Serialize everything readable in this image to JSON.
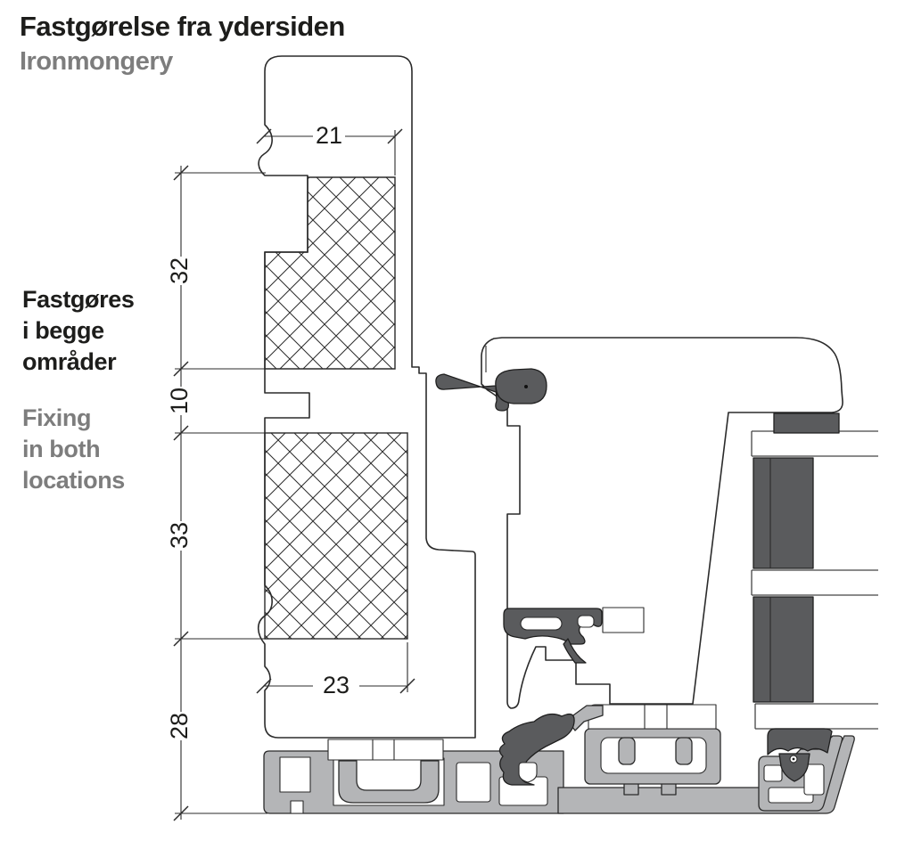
{
  "header": {
    "title": "Fastgørelse fra ydersiden",
    "subtitle": "Ironmongery"
  },
  "annotations": {
    "note_da": {
      "line1": "Fastgøres",
      "line2": "i begge",
      "line3": "områder"
    },
    "note_en": {
      "line1": "Fixing",
      "line2": "in both",
      "line3": "locations"
    }
  },
  "dimensions": {
    "top_width": "21",
    "upper_zone": "32",
    "gap": "10",
    "lower_zone": "33",
    "bottom_zone": "28",
    "bottom_width": "23"
  },
  "legend": {
    "hatch_meaning": "fixing-zone-crosshatch"
  },
  "colors": {
    "line": "#2b2b2b",
    "seal_dark": "#5a5b5d",
    "aluminium_gray": "#b4b5b7",
    "text_black": "#1d1d1b",
    "text_gray": "#7d7d7d"
  }
}
